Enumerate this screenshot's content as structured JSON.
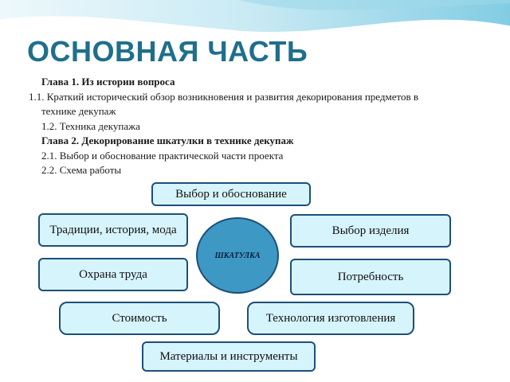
{
  "title": "ОСНОВНАЯ ЧАСТЬ",
  "outline": {
    "ch1": "Глава 1.  Из истории вопроса",
    "ch1_1a": "1.1. Краткий исторический обзор возникновения и развития декорирования предметов в",
    "ch1_1b": "технике декупаж",
    "ch1_2": "1.2. Техника декупажа",
    "ch2": "Глава 2.  Декорирование шкатулки в технике декупаж",
    "ch2_1": "2.1. Выбор и обоснование практической части проекта",
    "ch2_2": "2.2. Схема работы"
  },
  "diagram": {
    "center": "ШКАТУЛКА",
    "top": "Выбор и обоснование",
    "traditions": "Традиции, история, мода",
    "product_choice": "Выбор изделия",
    "safety": "Охрана труда",
    "need": "Потребность",
    "cost": "Стоимость",
    "technology": "Технология изготовления",
    "materials": "Материалы и инструменты"
  },
  "colors": {
    "title": "#1f6f8b",
    "box_fill": "#d6f4fb",
    "box_border": "#1e4f7a",
    "circle_fill": "#3d98c4"
  }
}
